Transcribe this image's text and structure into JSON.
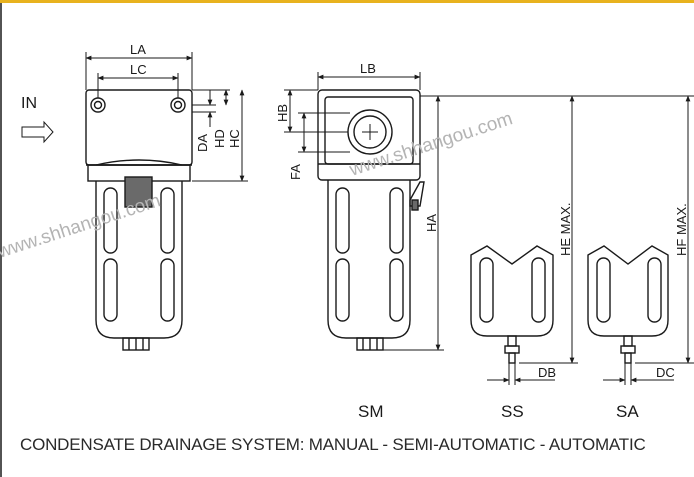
{
  "colors": {
    "top_bar": "#e8b21e",
    "ink": "#1a1a1a",
    "watermark": "#b4b4b4"
  },
  "inlet_label": "IN",
  "dimensions": {
    "la": "LA",
    "lc": "LC",
    "da": "DA",
    "hd": "HD",
    "hc": "HC",
    "lb": "LB",
    "hb": "HB",
    "fa": "FA",
    "ha": "HA",
    "he": "HE MAX.",
    "hf": "HF MAX.",
    "db": "DB",
    "dc": "DC"
  },
  "variants": {
    "sm": "SM",
    "ss": "SS",
    "sa": "SA"
  },
  "watermarks": {
    "left": "www.shhangou.com",
    "right": "www.shhangou.com"
  },
  "caption": "CONDENSATE DRAINAGE SYSTEM:  MANUAL - SEMI-AUTOMATIC - AUTOMATIC"
}
